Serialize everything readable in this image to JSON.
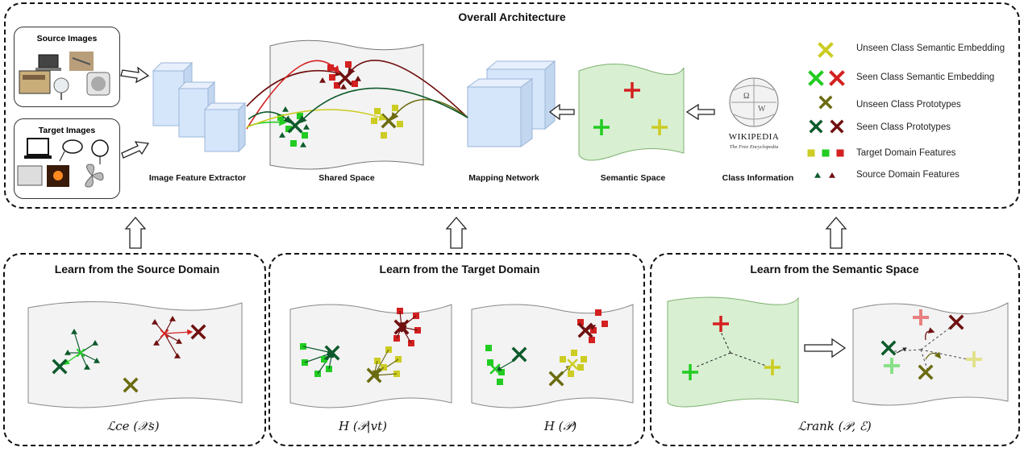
{
  "overall": {
    "title": "Overall Architecture"
  },
  "images": {
    "source_title": "Source Images",
    "target_title": "Target Images"
  },
  "stages": {
    "feature_extractor": "Image Feature Extractor",
    "shared_space": "Shared Space",
    "mapping_network": "Mapping Network",
    "semantic_space": "Semantic Space",
    "class_information": "Class Information"
  },
  "wikipedia": {
    "word": "WIKIPEDIA",
    "tagline": "The Free Encyclopedia"
  },
  "legend": [
    {
      "label": "Unseen Class Semantic Embedding"
    },
    {
      "label": "Seen Class Semantic Embedding"
    },
    {
      "label": "Unseen Class Prototypes"
    },
    {
      "label": "Seen Class Prototypes"
    },
    {
      "label": "Target Domain Features"
    },
    {
      "label": "Source Domain Features"
    }
  ],
  "panels": {
    "source": {
      "title": "Learn from the Source Domain",
      "loss": "ℒce (𝒳s)"
    },
    "target": {
      "title": "Learn from the Target Domain",
      "loss1": "H (𝒫|vt)",
      "loss2": "H (𝒫)"
    },
    "semantic": {
      "title": "Learn from the Semantic Space",
      "loss": "ℒrank (𝒫, ℰ)"
    }
  },
  "colors": {
    "seen_red": "#d42020",
    "seen_green": "#22cc22",
    "unseen_yellow": "#cccc22",
    "dark_red": "#701010",
    "dark_green": "#0e5a2c",
    "olive": "#6b6b10",
    "semantic_fill": "#d8efd2",
    "cube_fill": "#d6e6fa"
  }
}
